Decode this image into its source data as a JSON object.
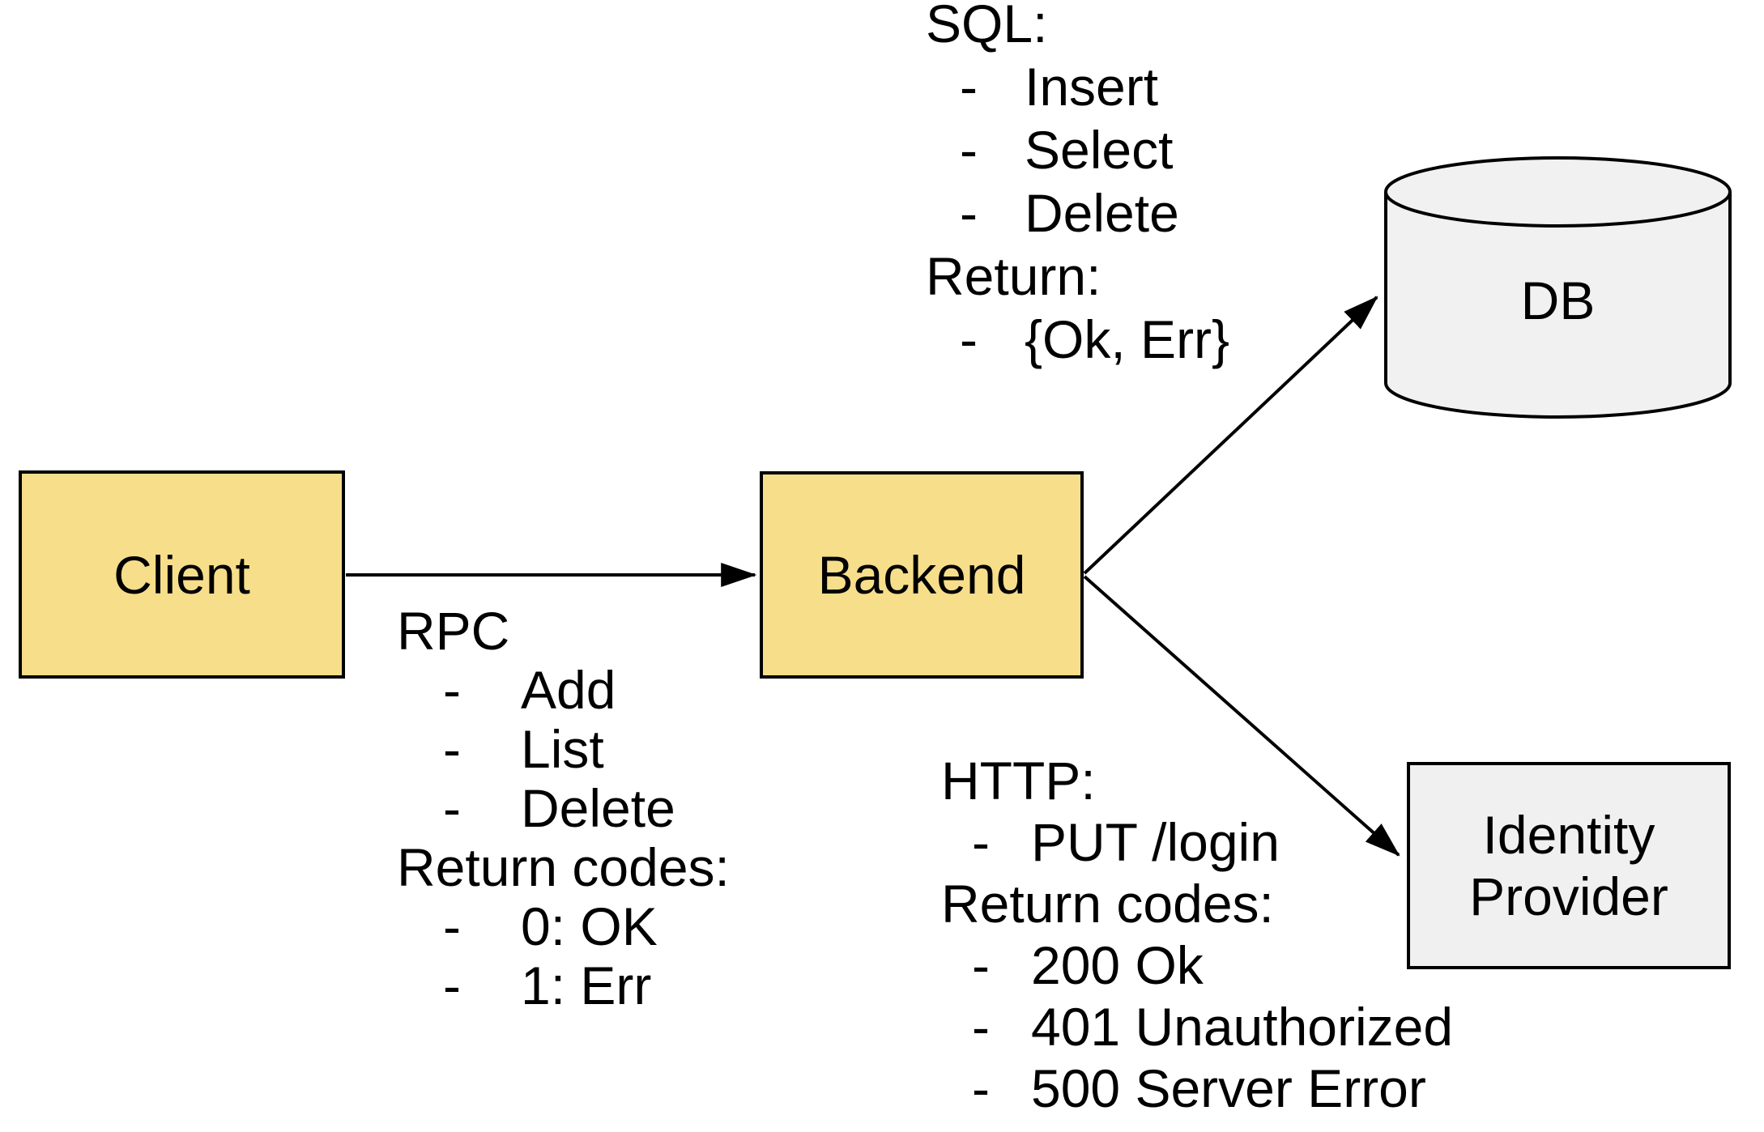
{
  "nodes": {
    "client": {
      "label": "Client"
    },
    "backend": {
      "label": "Backend"
    },
    "db": {
      "label": "DB"
    },
    "identity_provider": {
      "label": "Identity Provider"
    }
  },
  "edges": [
    {
      "from": "Client",
      "to": "Backend"
    },
    {
      "from": "Backend",
      "to": "DB"
    },
    {
      "from": "Backend",
      "to": "Identity Provider"
    }
  ],
  "bullet": "-",
  "annotations": {
    "rpc": {
      "heading": "RPC",
      "items": [
        "Add",
        "List",
        "Delete"
      ],
      "return_heading": "Return codes:",
      "return_items": [
        "0: OK",
        "1: Err"
      ]
    },
    "sql": {
      "heading": "SQL:",
      "items": [
        "Insert",
        "Select",
        "Delete"
      ],
      "return_heading": "Return:",
      "return_items": [
        "{Ok, Err}"
      ]
    },
    "http": {
      "heading": "HTTP:",
      "items": [
        "PUT /login"
      ],
      "return_heading": "Return codes:",
      "return_items": [
        "200 Ok",
        "401 Unauthorized",
        "500 Server Error"
      ]
    }
  },
  "colors": {
    "node_fill_yellow": "#f7de8a",
    "node_fill_gray": "#f0f0f0",
    "outline": "#000000",
    "background": "#ffffff"
  }
}
